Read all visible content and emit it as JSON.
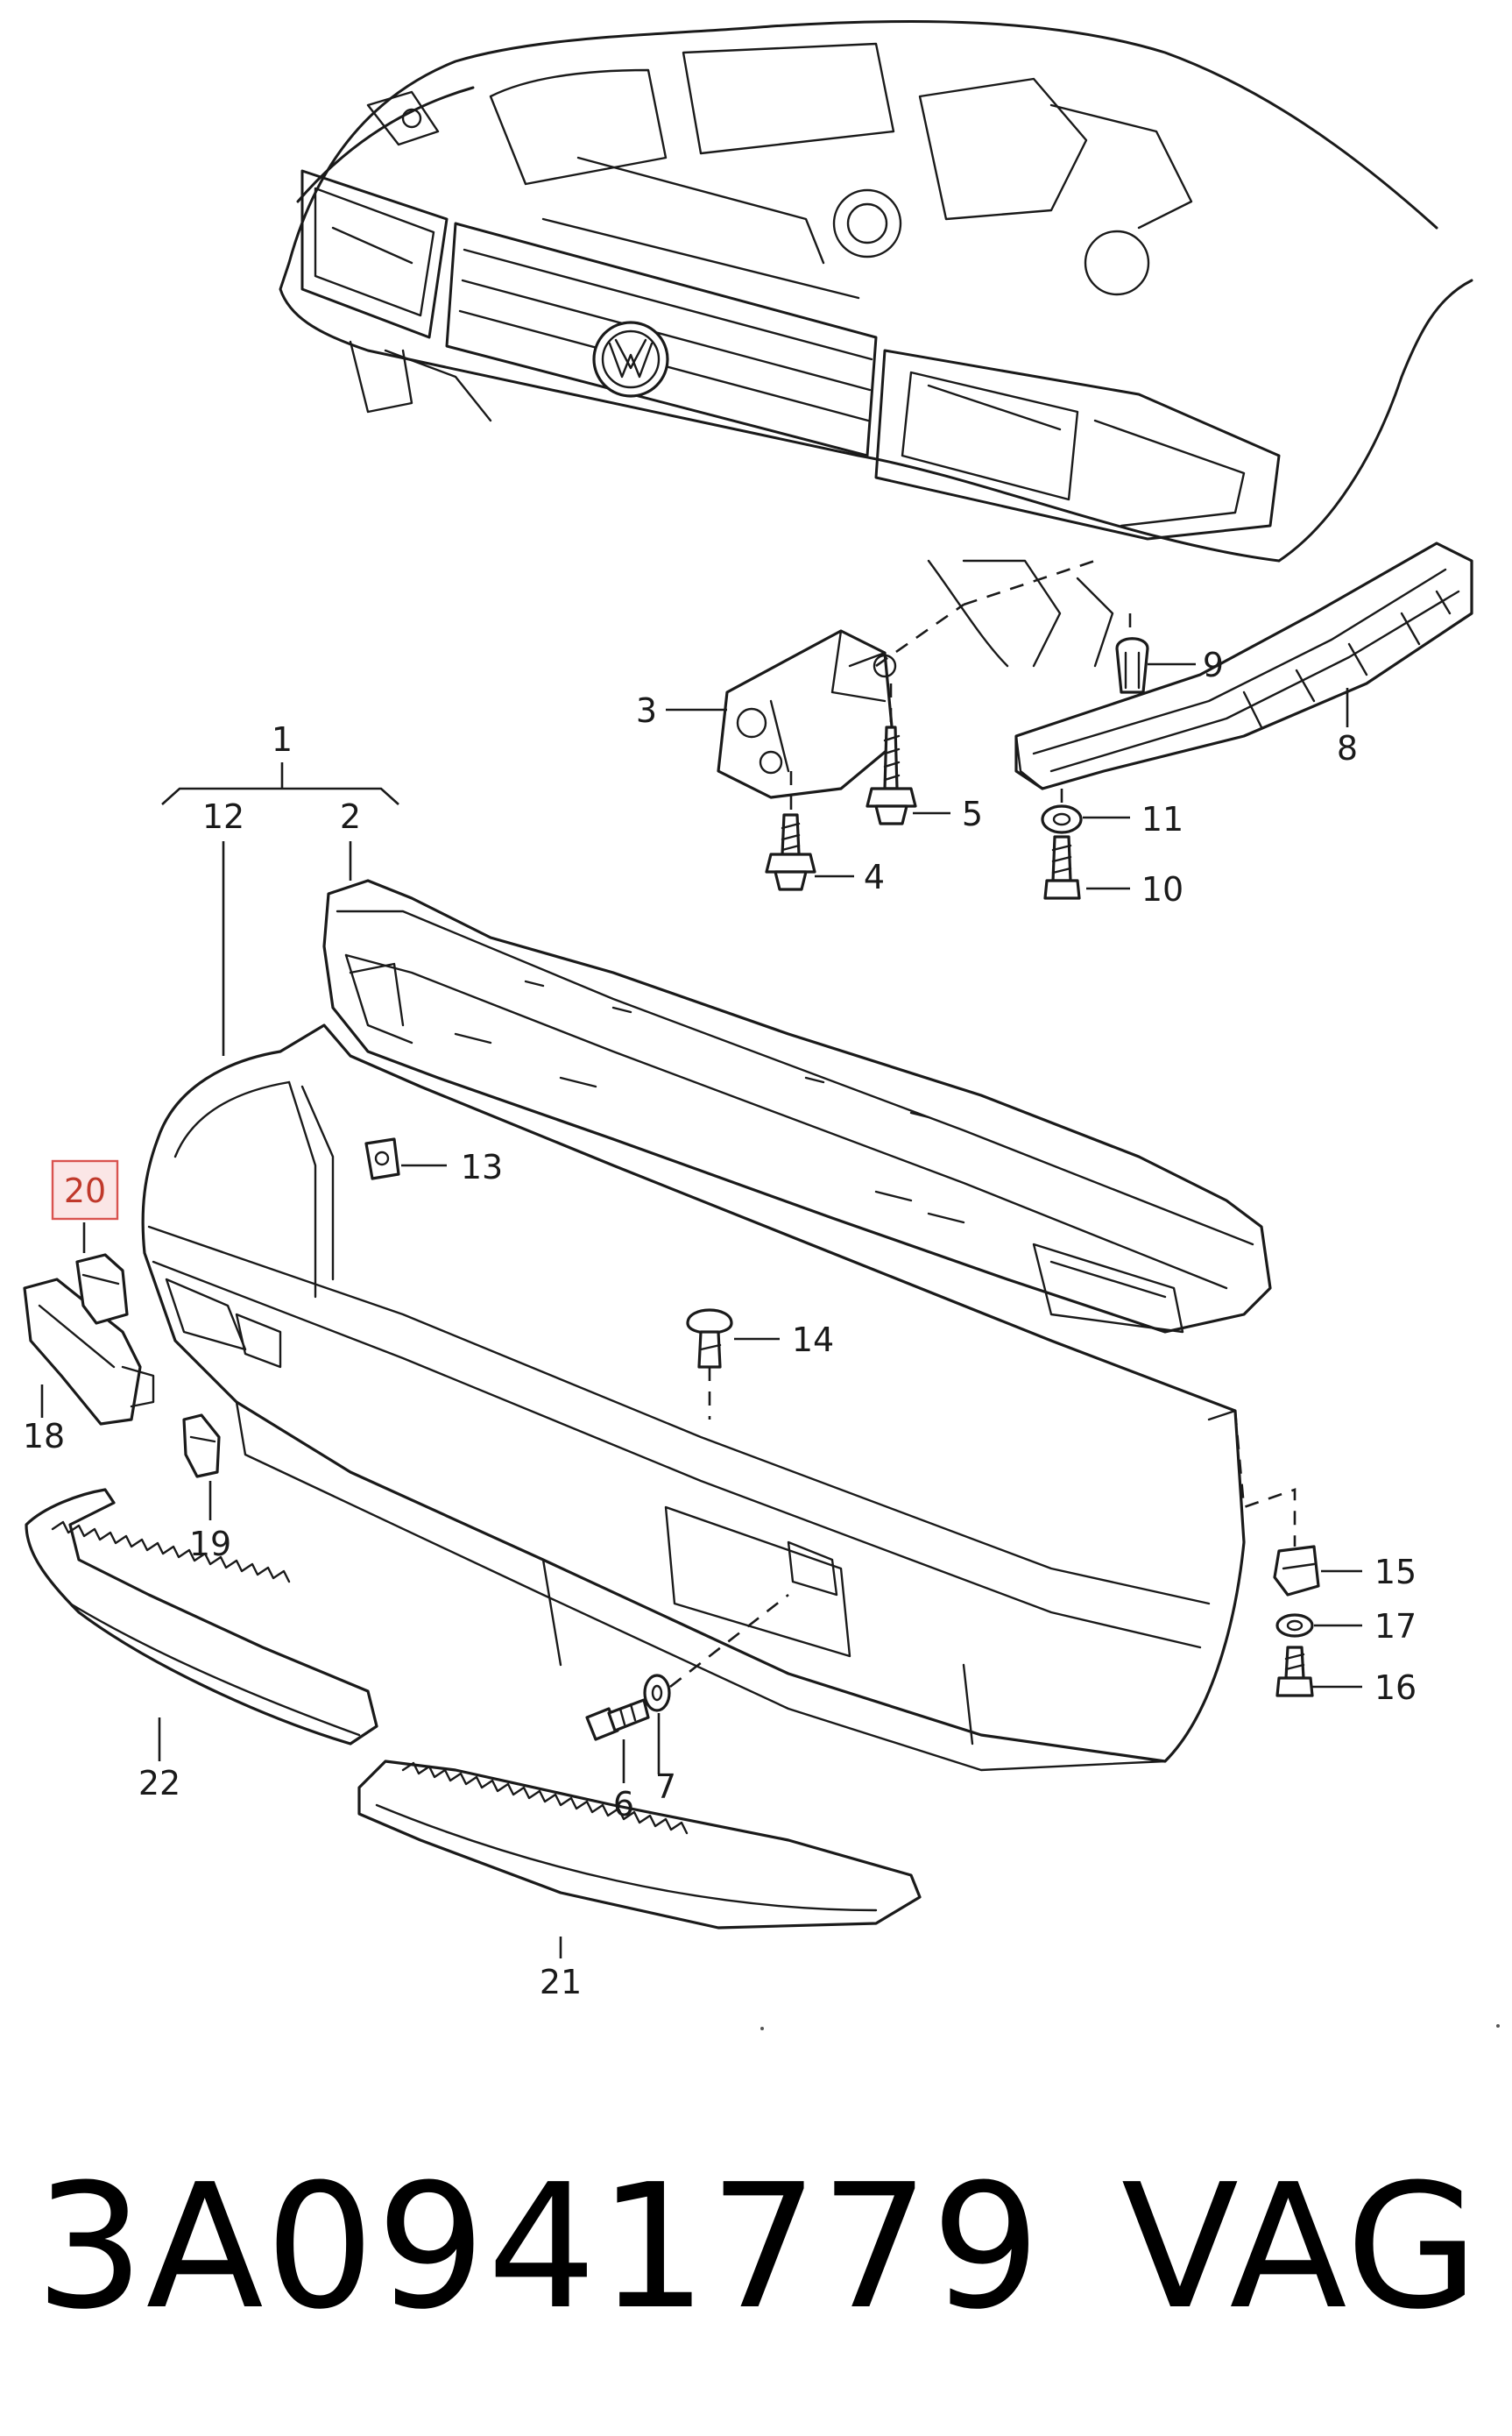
{
  "labels": {
    "l1": "1",
    "l2": "2",
    "l3": "3",
    "l4": "4",
    "l5": "5",
    "l6": "6",
    "l7": "7",
    "l8": "8",
    "l9": "9",
    "l10": "10",
    "l11": "11",
    "l12": "12",
    "l13": "13",
    "l14": "14",
    "l15": "15",
    "l16": "16",
    "l17": "17",
    "l18": "18",
    "l19": "19",
    "l20": "20",
    "l21": "21",
    "l22": "22"
  },
  "highlighted_label": "20",
  "highlight_color": "#d9534f",
  "footer": {
    "part_number": "3A0941779",
    "brand": "VAG"
  }
}
